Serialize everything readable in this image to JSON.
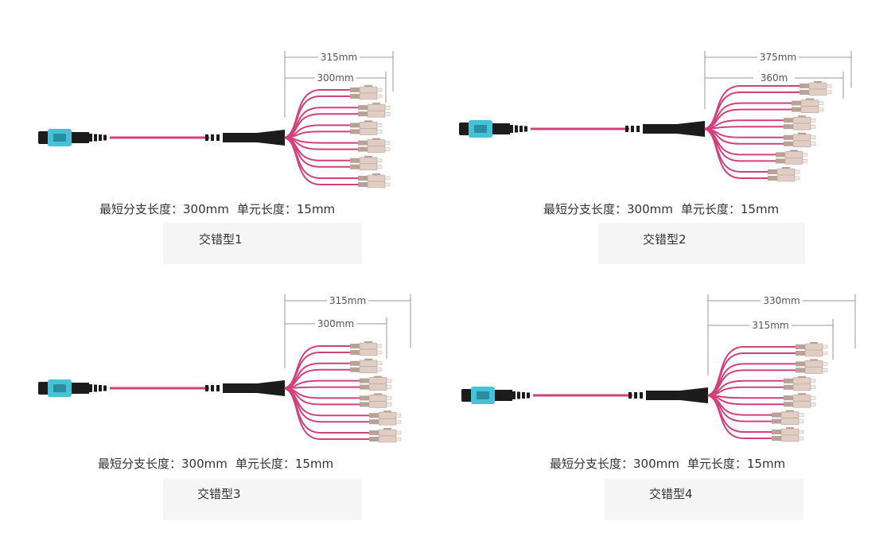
{
  "colors": {
    "fiber": "#d0417e",
    "mpo_boot": "#1c1c1c",
    "mpo_aqua": "#46c1d6",
    "lc_body": "#e0cdc4",
    "lc_dark": "#b8a298",
    "dim_line": "#9a9a9a"
  },
  "icons": [
    "mpo-connector-icon",
    "lc-duplex-connector-icon",
    "fan-out-splitter-icon"
  ],
  "variants": [
    {
      "id": "v1",
      "dim_outer": "315mm",
      "dim_inner": "300mm",
      "spec_min_branch": "最短分支长度：300mm",
      "spec_unit_length": "单元长度：15mm",
      "name": "交错型1",
      "lc_stagger": [
        0,
        1,
        0,
        1,
        0,
        1
      ]
    },
    {
      "id": "v2",
      "dim_outer": "375mm",
      "dim_inner": "360m",
      "spec_min_branch": "最短分支长度：300mm",
      "spec_unit_length": "单元长度：15mm",
      "name": "交错型2",
      "lc_stagger": [
        4,
        3,
        2,
        2,
        1,
        0
      ]
    },
    {
      "id": "v3",
      "dim_outer": "315mm",
      "dim_inner": "300mm",
      "spec_min_branch": "最短分支长度：300mm",
      "spec_unit_length": "单元长度：15mm",
      "name": "交错型3",
      "lc_stagger": [
        0,
        0,
        1,
        1,
        2,
        2
      ]
    },
    {
      "id": "v4",
      "dim_outer": "330mm",
      "dim_inner": "315mm",
      "spec_min_branch": "最短分支长度：300mm",
      "spec_unit_length": "单元长度：15mm",
      "name": "交错型4",
      "lc_stagger": [
        2,
        2,
        1,
        1,
        0,
        0
      ]
    }
  ]
}
